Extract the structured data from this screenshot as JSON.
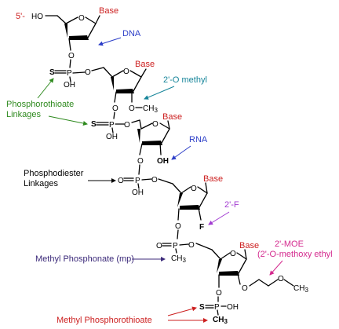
{
  "colors": {
    "red": "#cc1f1f",
    "blue": "#2d3fc8",
    "teal": "#17859a",
    "green": "#2f8a1f",
    "purple": "#a23bd1",
    "indigo": "#3c2a7a",
    "magenta": "#d42a8e",
    "black": "#000000"
  },
  "atoms": {
    "five_prime": "5'-",
    "ho": "HO",
    "o": "O",
    "p": "P",
    "s": "S",
    "oh": "OH",
    "f": "F",
    "ch3": "CH3",
    "ch3_sub": "3",
    "ch": "CH",
    "base": "Base"
  },
  "annotations": {
    "dna": "DNA",
    "two_o_methyl": "2'-O methyl",
    "phosphorothioate_line1": "Phosphorothioate",
    "phosphorothioate_line2": "Linkages",
    "rna": "RNA",
    "phosphodiester_line1": "Phosphodiester",
    "phosphodiester_line2": "Linkages",
    "two_f": "2'-F",
    "methyl_phosphonate": "Methyl Phosphonate (mp)",
    "moe_line1": "2'-MOE",
    "moe_line2": "(2'-O-methoxy ethyl",
    "methyl_phosphorothioate": "Methyl Phosphorothioate"
  }
}
